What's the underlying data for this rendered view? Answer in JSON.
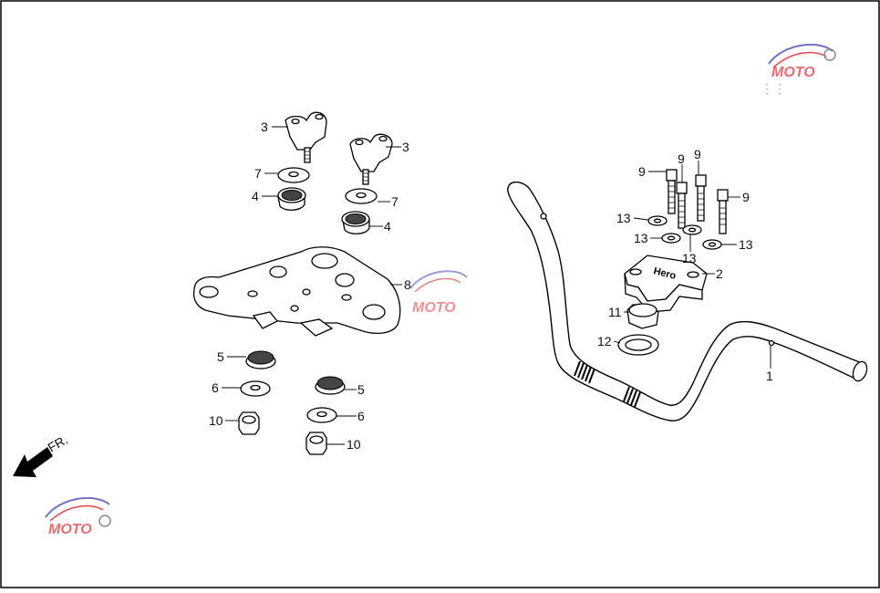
{
  "diagram": {
    "direction_label": "FR.",
    "brand_mark": "Hero",
    "watermark": "MOTO",
    "callouts": {
      "handlebar": "1",
      "upper_holder": "2",
      "lower_holder_left": "3",
      "lower_holder_right": "3",
      "rubber_upper_left": "4",
      "rubber_upper_right": "4",
      "rubber_lower_left": "5",
      "rubber_lower_right": "5",
      "washer_lower_left": "6",
      "washer_lower_right": "6",
      "washer_upper_left": "7",
      "washer_upper_right": "7",
      "top_bridge": "8",
      "bolt_a": "9",
      "bolt_b": "9",
      "bolt_c": "9",
      "bolt_d": "9",
      "nut_left": "10",
      "nut_right": "10",
      "cap": "11",
      "ring": "12",
      "washer_a": "13",
      "washer_b": "13",
      "washer_c": "13",
      "washer_d": "13"
    }
  },
  "colors": {
    "line": "#000000",
    "background": "#ffffff",
    "watermark_red": "#e8454a",
    "watermark_blue": "#6f72c8"
  }
}
